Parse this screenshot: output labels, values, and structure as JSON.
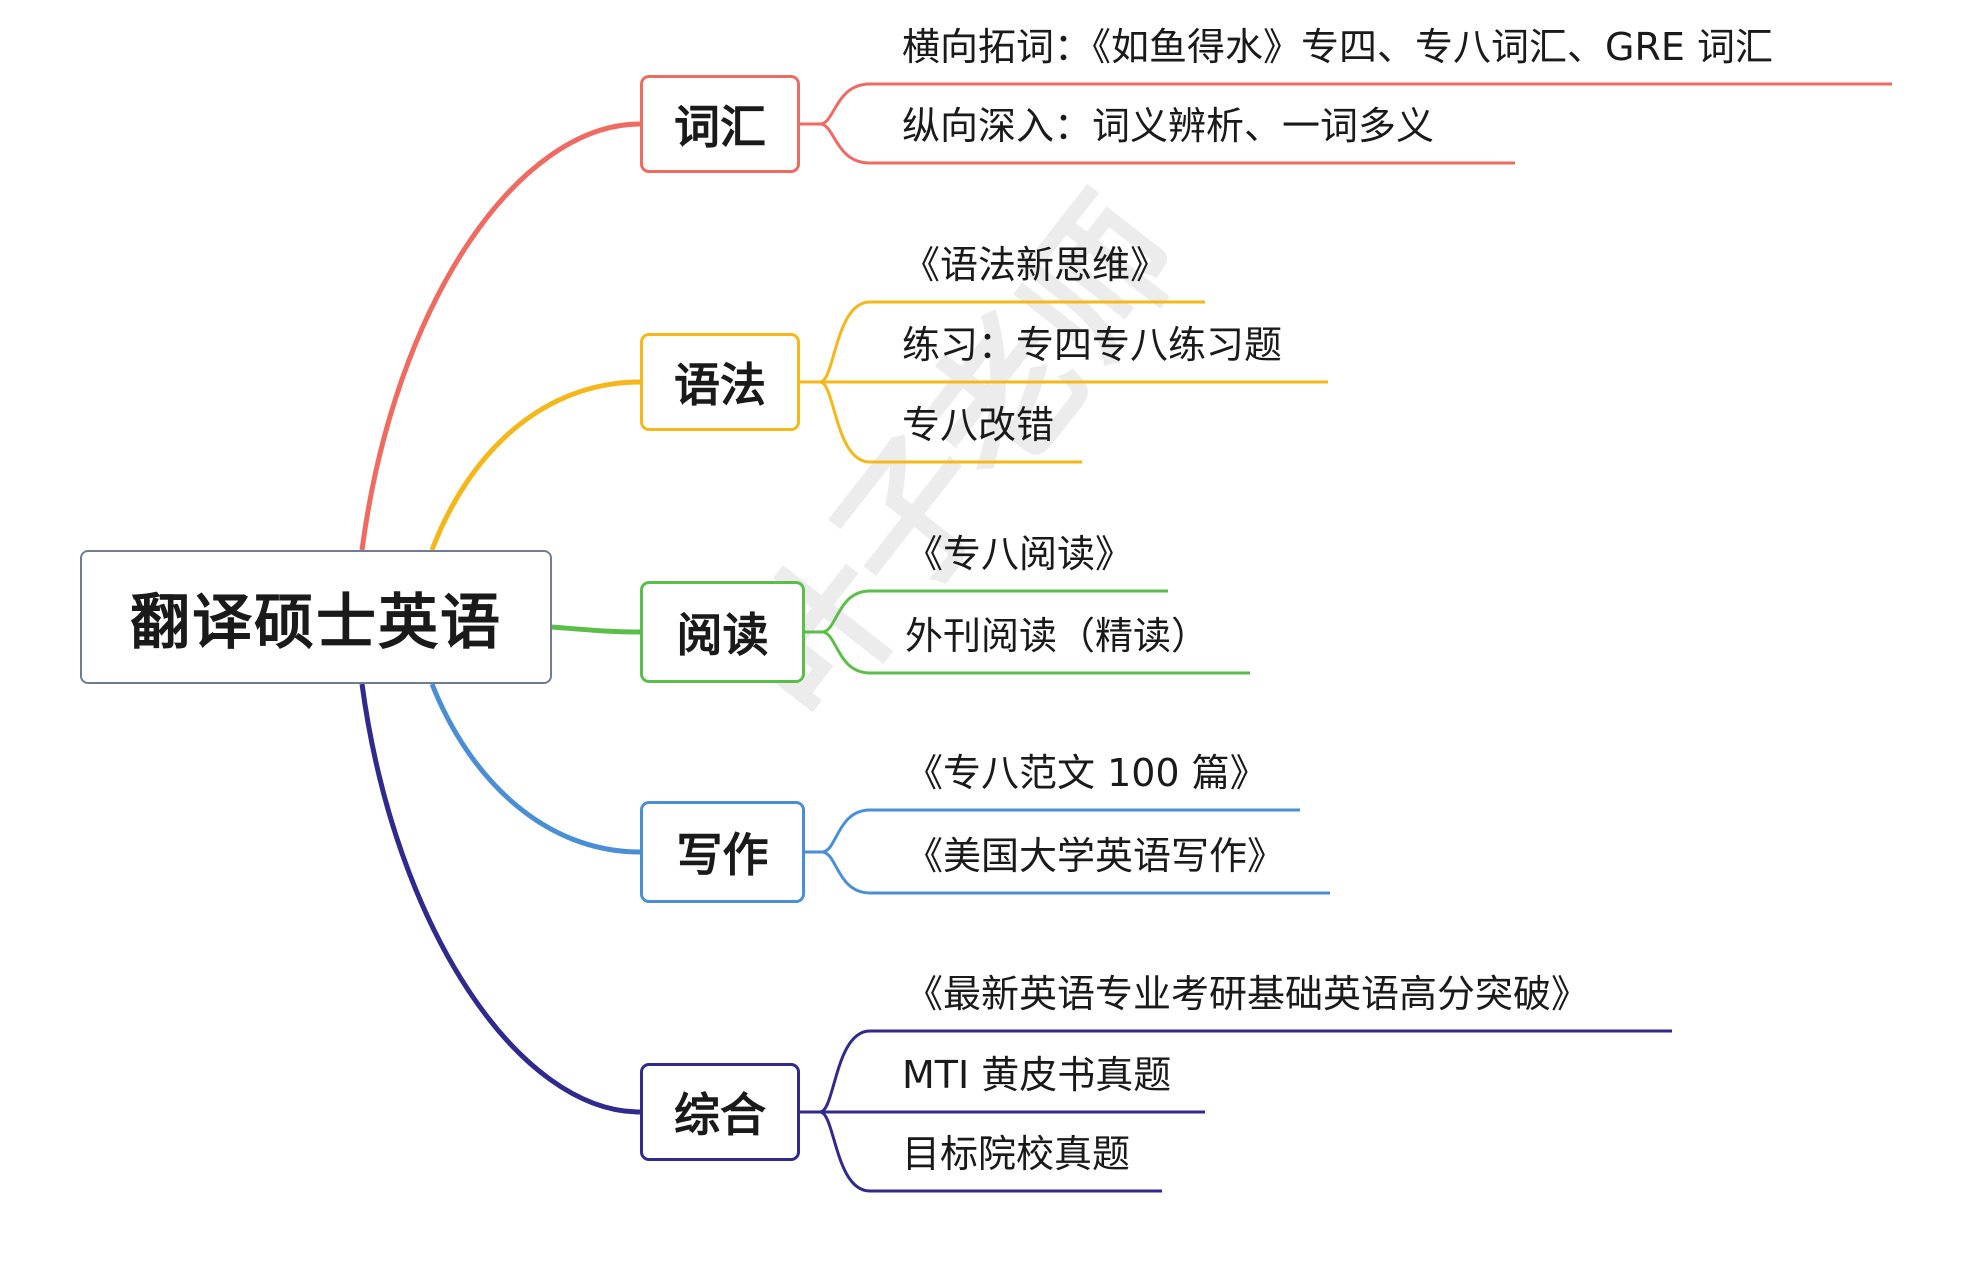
{
  "root": {
    "label": "翻译硕士英语"
  },
  "watermark": "叶子老师",
  "branches": [
    {
      "label": "词汇",
      "color": "#ef6b62",
      "leaves": [
        "横向拓词：《如鱼得水》专四、专八词汇、GRE 词汇",
        "纵向深入：词义辨析、一词多义"
      ]
    },
    {
      "label": "语法",
      "color": "#f6b71a",
      "leaves": [
        "《语法新思维》",
        "练习：专四专八练习题",
        "专八改错"
      ]
    },
    {
      "label": "阅读",
      "color": "#5bbe4b",
      "leaves": [
        "《专八阅读》",
        "外刊阅读（精读）"
      ]
    },
    {
      "label": "写作",
      "color": "#4a8fd6",
      "leaves": [
        "《专八范文 100 篇》",
        "《美国大学英语写作》"
      ]
    },
    {
      "label": "综合",
      "color": "#302a8e",
      "leaves": [
        "《最新英语专业考研基础英语高分突破》",
        "MTI 黄皮书真题",
        "目标院校真题"
      ]
    }
  ]
}
